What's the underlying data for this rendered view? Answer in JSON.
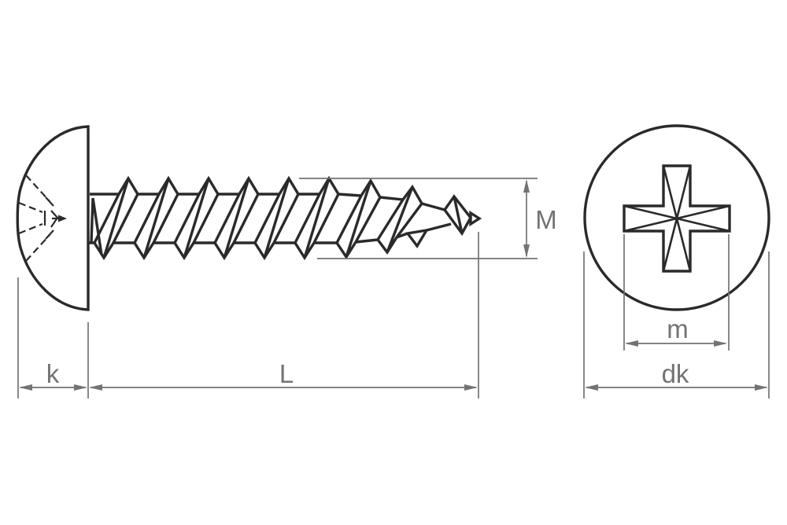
{
  "drawing": {
    "side_view": {
      "dim_k_label": "k",
      "dim_l_label": "L",
      "dim_m_label": "M"
    },
    "front_view": {
      "dim_m_label": "m",
      "dim_dk_label": "dk"
    },
    "colors": {
      "outline": "#2a2a2a",
      "dimension_lines": "#737373",
      "background": "#ffffff"
    }
  }
}
